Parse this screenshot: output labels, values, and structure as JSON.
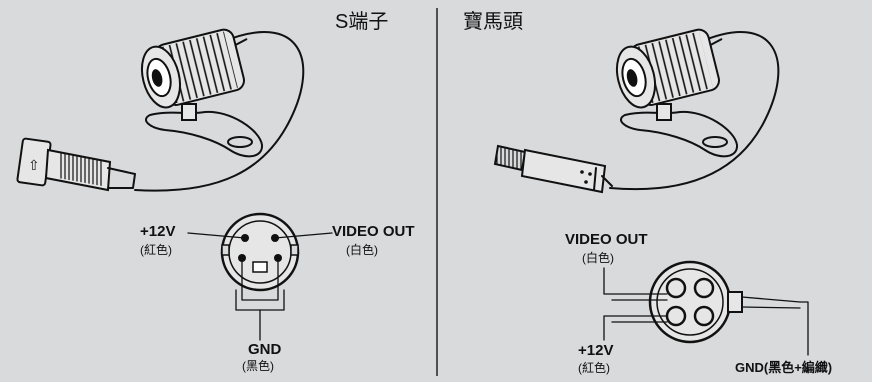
{
  "panels": {
    "left": {
      "title": "S端子",
      "labels": {
        "power": "+12V",
        "power_color": "(紅色)",
        "video": "VIDEO OUT",
        "video_color": "(白色)",
        "ground": "GND",
        "ground_color": "(黑色)"
      }
    },
    "right": {
      "title": "寶馬頭",
      "labels": {
        "video": "VIDEO OUT",
        "video_color": "(白色)",
        "power": "+12V",
        "power_color": "(紅色)",
        "ground": "GND(黑色+編織)"
      }
    }
  },
  "colors": {
    "background": "#d8dadb",
    "ink": "#111111"
  }
}
